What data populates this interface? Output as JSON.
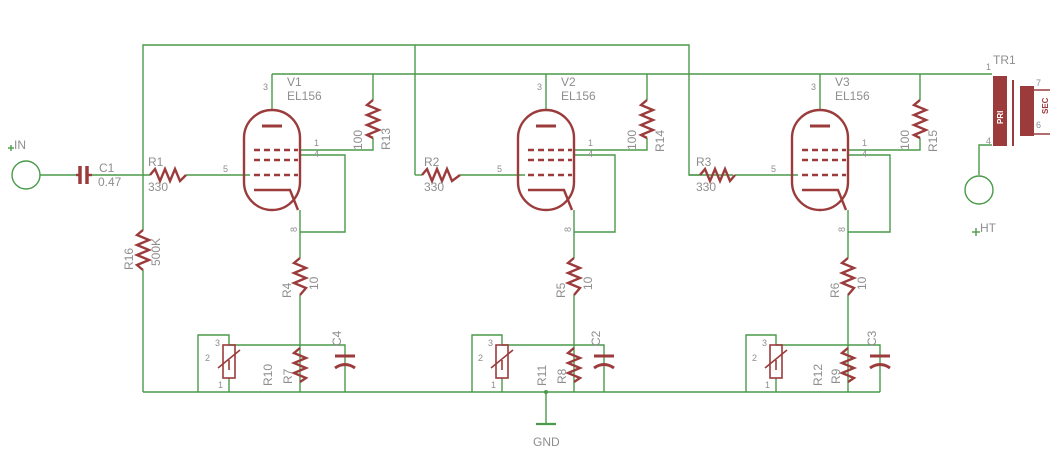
{
  "labels": {
    "in": "IN",
    "gnd": "GND",
    "ht": "HT",
    "c1": "C1",
    "c1_val": "0.47",
    "r1": "R1",
    "r1_val": "330",
    "r2": "R2",
    "r2_val": "330",
    "r3": "R3",
    "r3_val": "330",
    "r16": "R16",
    "r16_val": "500K",
    "v1": "V1",
    "v2": "V2",
    "v3": "V3",
    "tube_type": "EL156",
    "r13": "R13",
    "r14": "R14",
    "r15": "R15",
    "r13_val": "100",
    "r14_val": "100",
    "r15_val": "100",
    "r4": "R4",
    "r5": "R5",
    "r6": "R6",
    "r4_val": "10",
    "r5_val": "10",
    "r6_val": "10",
    "r7": "R7",
    "r8": "R8",
    "r9": "R9",
    "r10": "R10",
    "r11": "R11",
    "r12": "R12",
    "c2": "C2",
    "c3": "C3",
    "c4": "C4",
    "tr1": "TR1",
    "pri": "PRI",
    "sec": "SEC"
  },
  "pins": {
    "p1": "1",
    "p2": "2",
    "p3": "3",
    "p4": "4",
    "p5": "5",
    "p6": "6",
    "p7": "7",
    "p8": "8"
  },
  "colors": {
    "wire": "#4a9a4a",
    "part": "#9b3b3b",
    "label": "#8e8e8e"
  }
}
